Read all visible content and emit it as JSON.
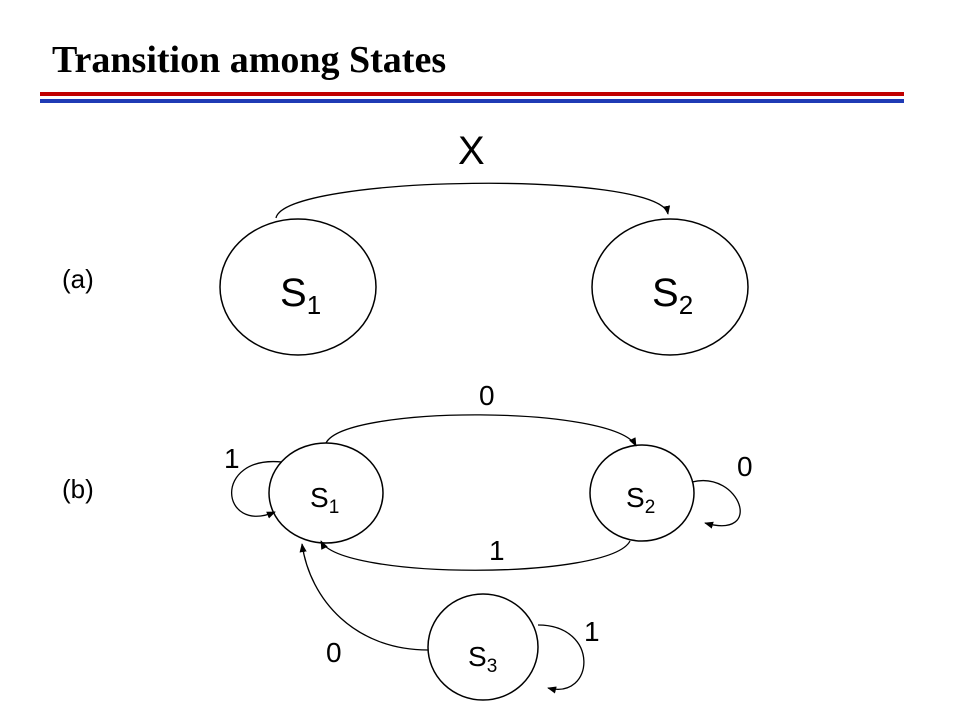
{
  "slide": {
    "title": "Transition among States",
    "accent_red": "#c00000",
    "accent_blue": "#1f3bb5"
  },
  "diagram_a": {
    "label": "(a)",
    "state1": {
      "main": "S",
      "sub": "1"
    },
    "state2": {
      "main": "S",
      "sub": "2"
    },
    "edge_label": "X"
  },
  "diagram_b": {
    "label": "(b)",
    "state1": {
      "main": "S",
      "sub": "1"
    },
    "state2": {
      "main": "S",
      "sub": "2"
    },
    "state3": {
      "main": "S",
      "sub": "3"
    },
    "edges": {
      "s1_to_s2": "0",
      "s2_to_s1": "1",
      "s1_self": "1",
      "s2_self": "0",
      "s3_to_s1": "0",
      "s3_self": "1"
    }
  }
}
